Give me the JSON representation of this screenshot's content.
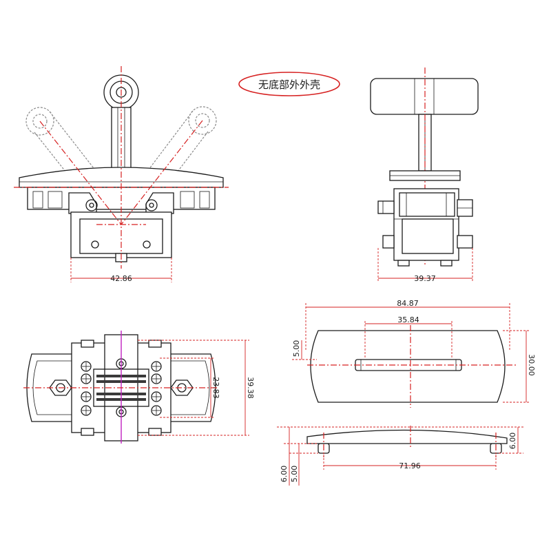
{
  "annotation": {
    "note": "无底部外外壳",
    "note_color": "#d62020"
  },
  "colors": {
    "outline": "#1a1a1a",
    "centerline": "#d62020",
    "dimension": "#d62020",
    "axis_marker": "#c020c0"
  },
  "front_view": {
    "dim_width": "42.86"
  },
  "side_view": {
    "dim_width": "39.37"
  },
  "top_view": {
    "dim_inner": "23.83",
    "dim_outer": "39.38"
  },
  "handle_top_view": {
    "dim_length": "84.87",
    "dim_slot": "35.84",
    "dim_height": "30.00",
    "dim_edge": "5.00"
  },
  "handle_side_view": {
    "dim_thickness": "6.00",
    "dim_post_span": "71.96",
    "dim_left_a": "6.00",
    "dim_left_b": "5.00"
  }
}
